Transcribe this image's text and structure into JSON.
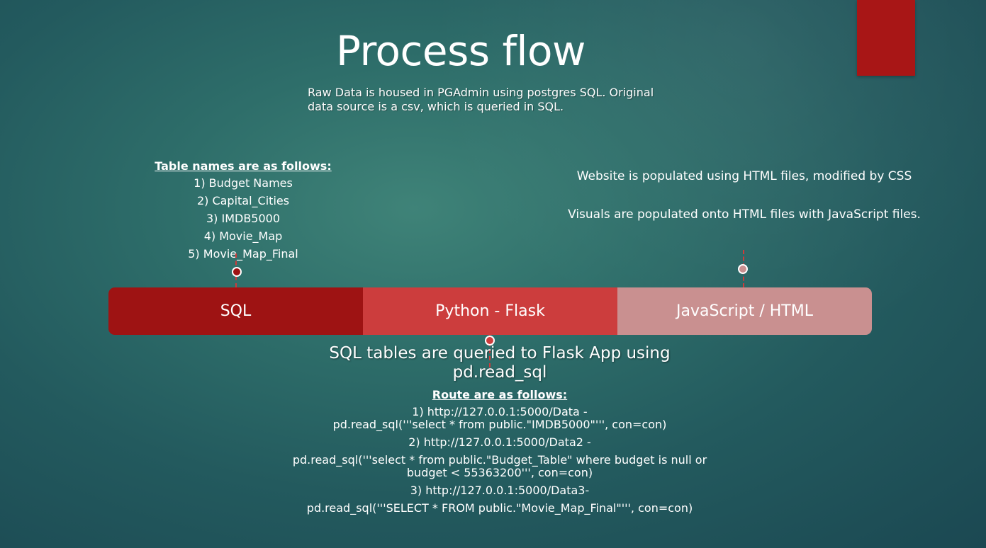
{
  "slide": {
    "title": "Process flow",
    "intro": {
      "line1": "Raw Data is housed in PGAdmin using postgres SQL. Original",
      "line2": "data source is a csv, which is queried in SQL."
    },
    "tables": {
      "heading": "Table names are as follows:",
      "items": [
        "1) Budget Names",
        "2) Capital_Cities",
        "3) IMDB5000",
        "4) Movie_Map",
        "5) Movie_Map_Final"
      ]
    },
    "web": {
      "line1": "Website is populated using HTML files, modified by CSS",
      "line2": "Visuals are populated onto HTML files with JavaScript files."
    },
    "stages": [
      {
        "label": "SQL",
        "color": "#9e1313"
      },
      {
        "label": "Python - Flask",
        "color": "#cc3d3d"
      },
      {
        "label": "JavaScript / HTML",
        "color": "#c99090"
      }
    ],
    "flask": {
      "line1": "SQL tables are queried to Flask App using",
      "line2": "pd.read_sql",
      "routes_heading": "Route are as follows:",
      "routes": [
        "1) http://127.0.0.1:5000/Data -",
        "pd.read_sql('''select * from  public.\"IMDB5000\"''', con=con)",
        "2) http://127.0.0.1:5000/Data2 -",
        "pd.read_sql('''select * from  public.\"Budget_Table\" where budget is null or",
        "budget < 55363200''', con=con)",
        "3) http://127.0.0.1:5000/Data3-",
        "pd.read_sql('''SELECT * FROM public.\"Movie_Map_Final\"''', con=con)"
      ]
    },
    "colors": {
      "accent": "#a81616",
      "background": "#2e6e6a"
    }
  }
}
